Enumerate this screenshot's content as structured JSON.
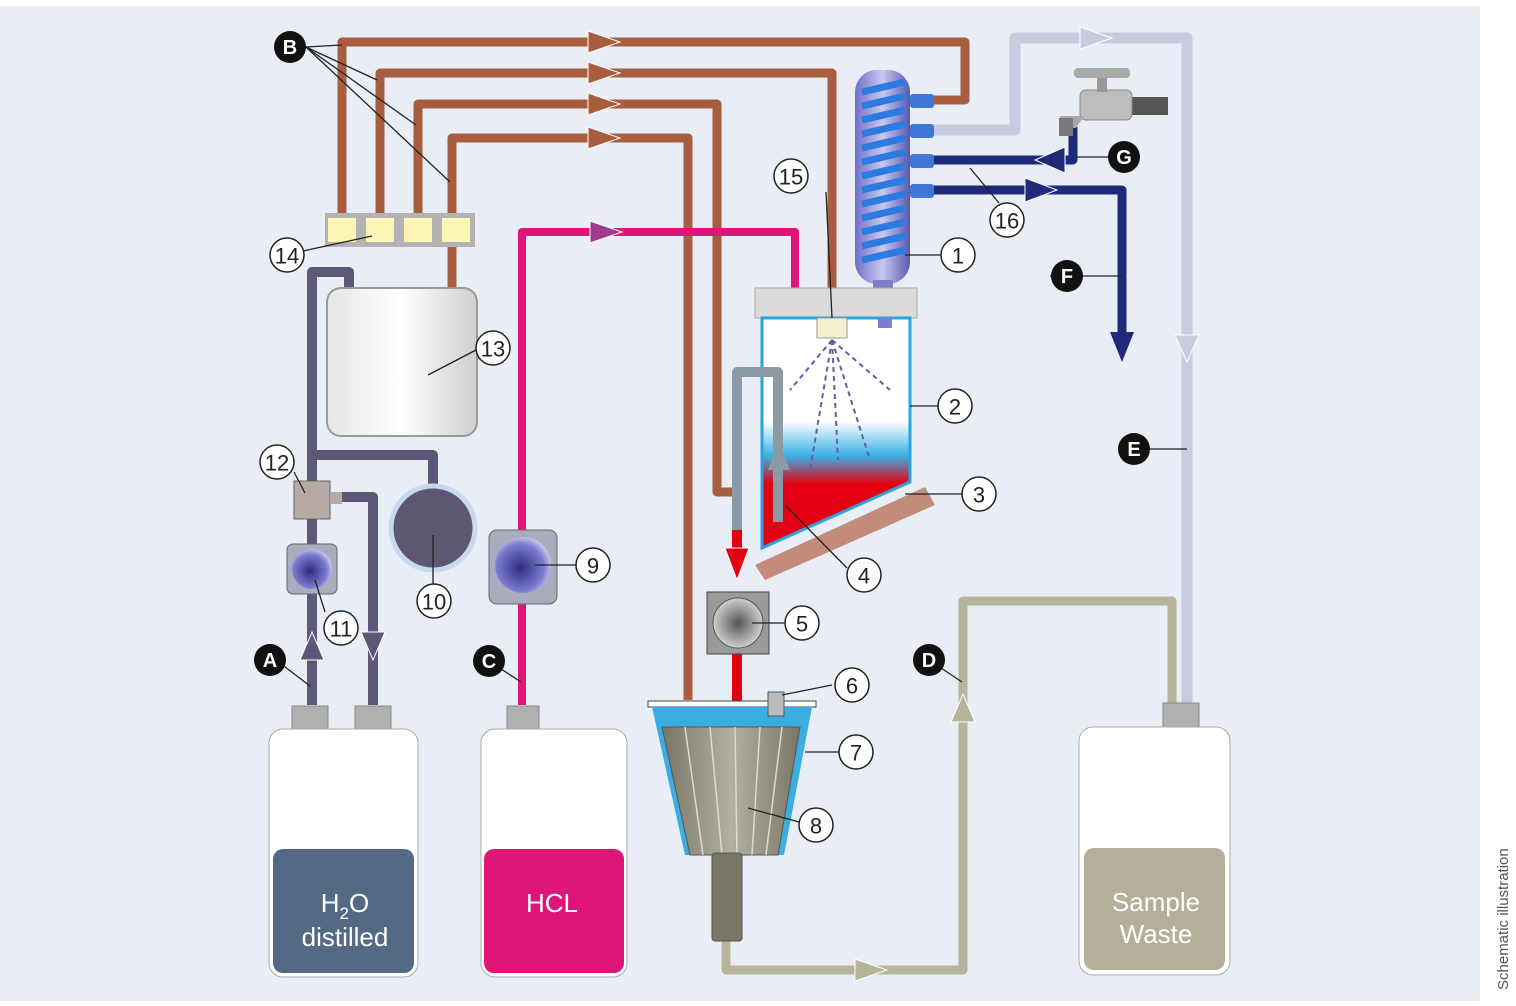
{
  "colors": {
    "background": "#e9eef6",
    "hcl_acid": "#e0157a",
    "water_cooling": "#1f2b7a",
    "waste_outlet": "#b8b49c",
    "copper_pipe": "#a85d3f",
    "return_line": "#5d5778",
    "exhaust_line": "#c9cbe0",
    "red_liquid": "#e30010",
    "blue_liquid": "#3aaee0"
  },
  "number_markers": [
    {
      "id": "m1",
      "label": "1"
    },
    {
      "id": "m2",
      "label": "2"
    },
    {
      "id": "m3",
      "label": "3"
    },
    {
      "id": "m4",
      "label": "4"
    },
    {
      "id": "m5",
      "label": "5"
    },
    {
      "id": "m6",
      "label": "6"
    },
    {
      "id": "m7",
      "label": "7"
    },
    {
      "id": "m8",
      "label": "8"
    },
    {
      "id": "m9",
      "label": "9"
    },
    {
      "id": "m10",
      "label": "10"
    },
    {
      "id": "m11",
      "label": "11"
    },
    {
      "id": "m12",
      "label": "12"
    },
    {
      "id": "m13",
      "label": "13"
    },
    {
      "id": "m14",
      "label": "14"
    },
    {
      "id": "m15",
      "label": "15"
    },
    {
      "id": "m16",
      "label": "16"
    }
  ],
  "letter_markers": [
    {
      "id": "A",
      "label": "A"
    },
    {
      "id": "B",
      "label": "B"
    },
    {
      "id": "C",
      "label": "C"
    },
    {
      "id": "D",
      "label": "D"
    },
    {
      "id": "E",
      "label": "E"
    },
    {
      "id": "F",
      "label": "F"
    },
    {
      "id": "G",
      "label": "G"
    }
  ],
  "bottles": {
    "water": {
      "line1": "H",
      "subscript": "2",
      "line1_tail": "O",
      "line2": "distilled"
    },
    "hcl": {
      "label": "HCL"
    },
    "waste": {
      "line1": "Sample",
      "line2": "Waste"
    }
  },
  "side_caption": "Schematic illustration",
  "icons": [
    "water-tap-icon",
    "pump-icon",
    "valve-icon",
    "cooling-coil-icon"
  ]
}
